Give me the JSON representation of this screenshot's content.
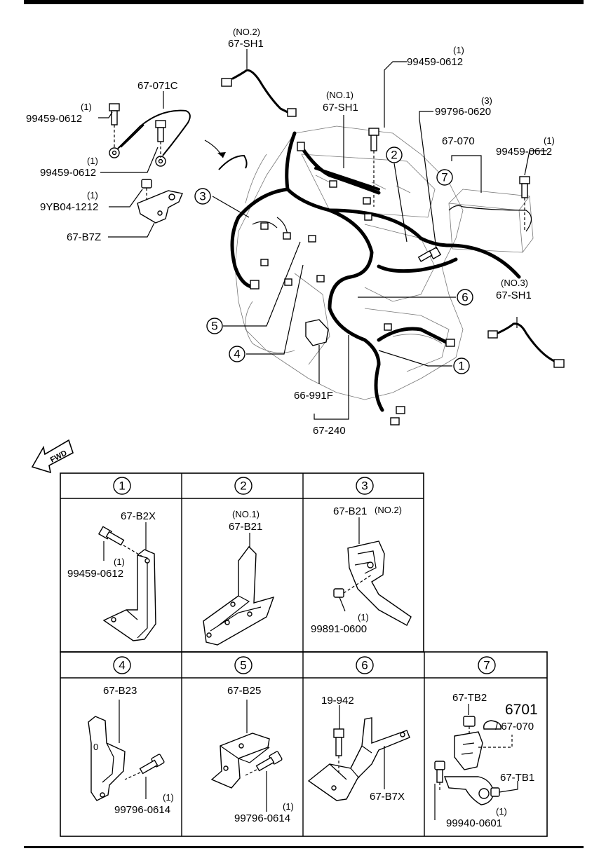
{
  "main_labels": {
    "sh1_no2": [
      "(NO.2)",
      "67-SH1"
    ],
    "sh1_no1": [
      "(NO.1)",
      "67-SH1"
    ],
    "sh1_no3": [
      "(NO.3)",
      "67-SH1"
    ],
    "bolt_top": [
      "(1)",
      "99459-0612"
    ],
    "bolt_left_top": [
      "(1)",
      "99459-0612"
    ],
    "bolt_left_mid": [
      "(1)",
      "99459-0612"
    ],
    "bolt_right": [
      "(1)",
      "99459-0612"
    ],
    "ground_cable": "67-071C",
    "nut_9yb": [
      "(1)",
      "9YB04-1212"
    ],
    "bracket_b7z": "67-B7Z",
    "bolt_99796_0620": [
      "(3)",
      "99796-0620"
    ],
    "battery_cable": "67-070",
    "connector_66": "66-991F",
    "main_harness": "67-240"
  },
  "callouts": [
    "1",
    "2",
    "3",
    "4",
    "5",
    "6",
    "7"
  ],
  "fwd_label": "FWD",
  "table": {
    "row1_headers": [
      "1",
      "2",
      "3"
    ],
    "row2_headers": [
      "4",
      "5",
      "6",
      "7"
    ],
    "cell1": {
      "part": "67-B2X",
      "qty": "(1)",
      "bolt": "99459-0612"
    },
    "cell2": {
      "note": "(NO.1)",
      "part": "67-B21"
    },
    "cell3": {
      "part": "67-B21",
      "note": "(NO.2)",
      "qty": "(1)",
      "nut": "99891-0600"
    },
    "cell4": {
      "part": "67-B23",
      "qty": "(1)",
      "bolt": "99796-0614"
    },
    "cell5": {
      "part": "67-B25",
      "qty": "(1)",
      "bolt": "99796-0614"
    },
    "cell6": {
      "bolt": "19-942",
      "part": "67-B7X"
    },
    "cell7": {
      "terminal_top": "67-TB2",
      "ref_big": "6701",
      "ref_small": "/ 67-070",
      "terminal_bottom": "67-TB1",
      "qty": "(1)",
      "nut": "99940-0601"
    }
  }
}
